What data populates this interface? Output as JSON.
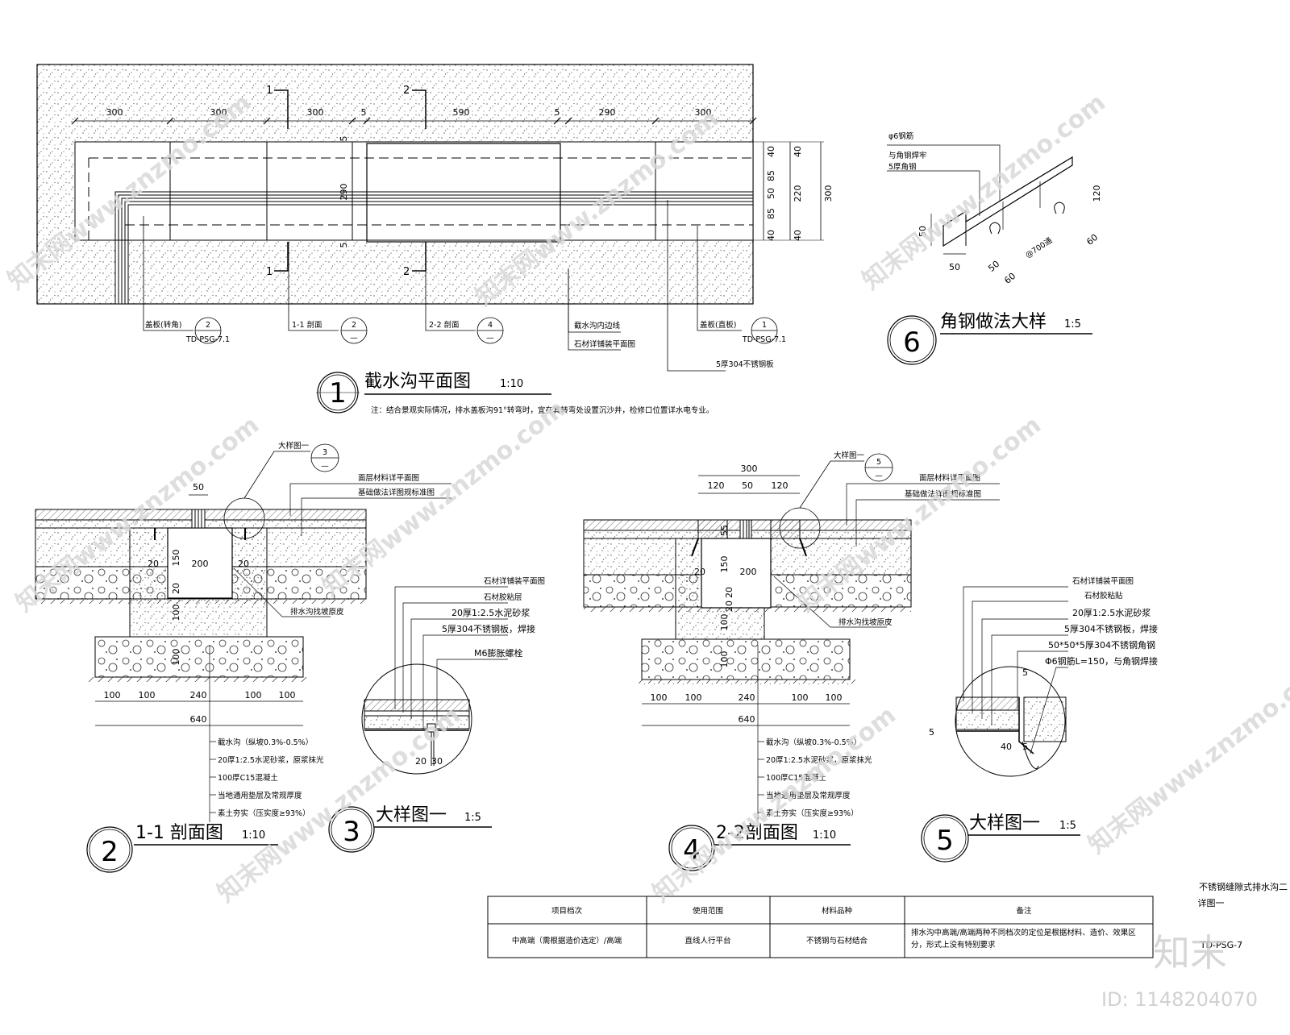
{
  "plan": {
    "title": "截水沟平面图",
    "scale": "1:10",
    "number": "1",
    "note": "注：结合景观实际情况，排水盖板沟91°转弯时，宜在其转弯处设置沉沙井，检修口位置详水电专业。",
    "dims_top": [
      "300",
      "300",
      "300",
      "5",
      "590",
      "5",
      "290",
      "300"
    ],
    "dims_right": [
      "40",
      "85",
      "50",
      "85",
      "40"
    ],
    "dims_right2": [
      "40",
      "220",
      "40"
    ],
    "dim_total": "300",
    "dim_vert": [
      "5",
      "290",
      "5"
    ],
    "cut1": "1",
    "cut2": "2",
    "leaders": {
      "cover_turn": "盖板(转角)",
      "cover_turn_ref_top": "2",
      "cover_turn_ref_bot": "TD-PSG-7.1",
      "sec11": "1-1 剖面",
      "sec11_top": "2",
      "sec11_bot": "—",
      "sec22": "2-2 剖面",
      "sec22_top": "4",
      "sec22_bot": "—",
      "edge": "截水沟内边线",
      "stone": "石材详铺装平面图",
      "cover_straight": "盖板(直板)",
      "cover_straight_ref_top": "1",
      "cover_straight_ref_bot": "TD-PSG-7.1",
      "plate": "5厚304不锈钢板"
    }
  },
  "detail6": {
    "title": "角钢做法大样",
    "scale": "1:5",
    "number": "6",
    "labels": [
      "φ6钢筋",
      "与角钢焊牢",
      "5厚角钢"
    ],
    "dims": [
      "50",
      "50",
      "120",
      "50",
      "60",
      "60",
      "@700通"
    ]
  },
  "sec11": {
    "title": "1-1 剖面图",
    "scale": "1:10",
    "number": "2",
    "callout": "大样图一",
    "callout_top": "3",
    "callout_bot": "—",
    "right_labels": [
      "面层材料详平面图",
      "基础做法详图规标准图"
    ],
    "side_label": "排水沟找坡原皮",
    "dims_top": [
      "50"
    ],
    "inner_dims": [
      "20",
      "150",
      "200",
      "20",
      "100",
      "20",
      "100"
    ],
    "bottom_dims": [
      "100",
      "100",
      "240",
      "100",
      "100"
    ],
    "bottom_total": "640",
    "layers": [
      "截水沟（纵坡0.3%-0.5%）",
      "20厚1:2.5水泥砂浆，原浆抹光",
      "100厚C15混凝土",
      "当地通用垫层及常规厚度",
      "素土夯实（压实度≥93%）"
    ]
  },
  "detail3": {
    "title": "大样图一",
    "scale": "1:5",
    "number": "3",
    "labels": [
      "石材详铺装平面图",
      "石材胶粘层",
      "20厚1:2.5水泥砂浆",
      "5厚304不锈钢板，焊接",
      "M6膨胀螺栓"
    ],
    "dims": [
      "20",
      "30"
    ]
  },
  "sec22": {
    "title": "2-2剖面图",
    "scale": "1:10",
    "number": "4",
    "callout": "大样图一",
    "callout_top": "5",
    "callout_bot": "—",
    "right_labels": [
      "面层材料详平面图",
      "基础做法详图规标准图"
    ],
    "side_label": "排水沟找坡原皮",
    "dims_top_total": "300",
    "dims_top": [
      "120",
      "50",
      "120"
    ],
    "inner_dims": [
      "55",
      "20",
      "150",
      "200",
      "20",
      "100",
      "20",
      "100"
    ],
    "bottom_dims": [
      "100",
      "100",
      "240",
      "100",
      "100"
    ],
    "bottom_total": "640",
    "layers": [
      "截水沟（纵坡0.3%-0.5%）",
      "20厚1:2.5水泥砂浆，原浆抹光",
      "100厚C15混凝土",
      "当地通用垫层及常规厚度",
      "素土夯实（压实度≥93%）"
    ]
  },
  "detail5": {
    "title": "大样图一",
    "scale": "1:5",
    "number": "5",
    "labels": [
      "石材详铺装平面图",
      "石材胶粘贴",
      "20厚1:2.5水泥砂浆",
      "5厚304不锈钢板，焊接",
      "50*50*5厚304不锈钢角钢",
      "Φ6钢筋L=150，与角钢焊接"
    ],
    "dims": [
      "5",
      "5",
      "40",
      "5"
    ]
  },
  "sheet": {
    "name_line1": "不锈钢缝隙式排水沟二",
    "name_line2": "详图一",
    "code": "TD-PSG-7"
  },
  "table": {
    "headers": [
      "项目档次",
      "使用范围",
      "材料品种",
      "备注"
    ],
    "row": [
      "中高端（需根据造价选定）/高端",
      "直线人行平台",
      "不锈钢与石材结合",
      "排水沟中高端/高端两种不同档次的定位是根据材料、造价、效果区分，形式上没有特别要求"
    ]
  },
  "watermark": {
    "site": "知末网www.znzmo.com",
    "brand": "知末",
    "id": "ID: 1148204070"
  }
}
